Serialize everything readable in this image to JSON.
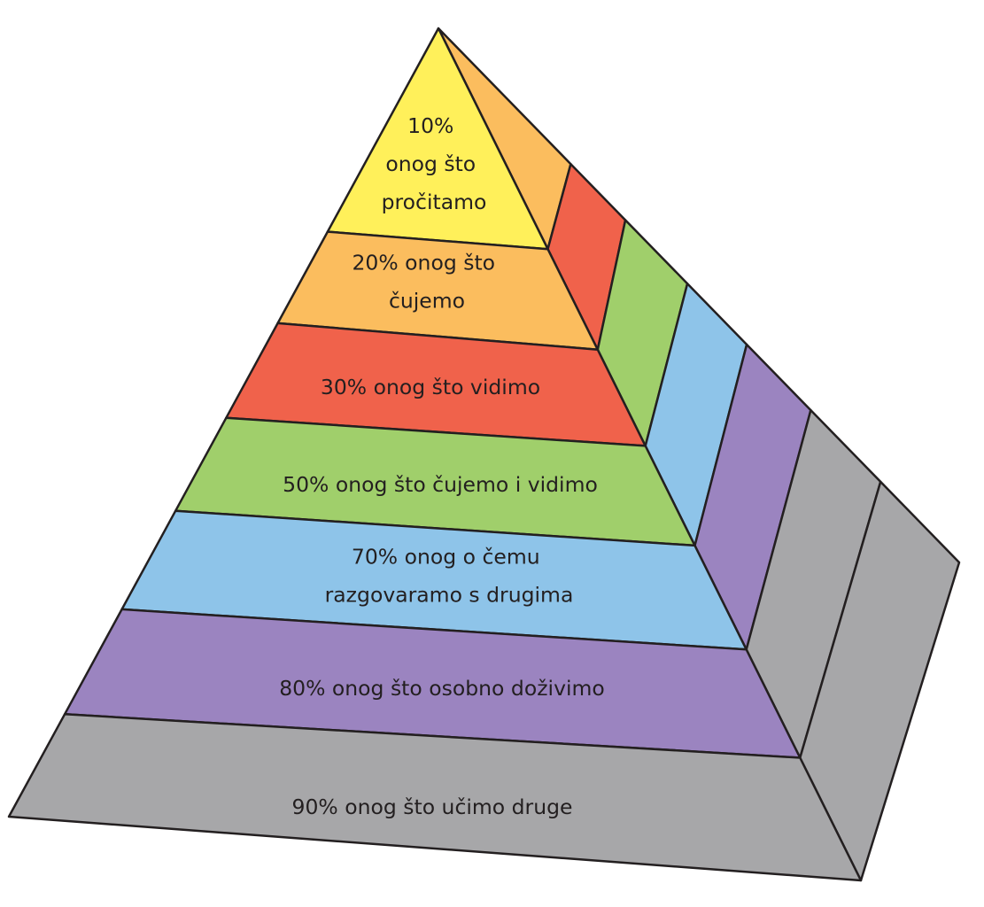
{
  "pyramid": {
    "levels": [
      {
        "lines": [
          "10%",
          "onog što",
          "pročitamo"
        ],
        "color": "#fff05a",
        "side_color": "#fbbd5e"
      },
      {
        "lines": [
          "20% onog što",
          "čujemo"
        ],
        "color": "#fbbd5e",
        "side_color": "#f0624b"
      },
      {
        "lines": [
          "30% onog što vidimo"
        ],
        "color": "#f0624b",
        "side_color": "#a0cf6b"
      },
      {
        "lines": [
          "50% onog što čujemo i vidimo"
        ],
        "color": "#a0cf6b",
        "side_color": "#8ec4e9"
      },
      {
        "lines": [
          "70% onog o čemu",
          "razgovaramo s drugima"
        ],
        "color": "#8ec4e9",
        "side_color": "#9b84c0"
      },
      {
        "lines": [
          "80% onog što osobno doživimo"
        ],
        "color": "#9b84c0",
        "side_color": "#a7a7a9"
      },
      {
        "lines": [
          "90% onog što učimo druge"
        ],
        "color": "#a7a7a9",
        "side_color": "#a7a7a9"
      }
    ],
    "outline_color": "#231f20"
  }
}
